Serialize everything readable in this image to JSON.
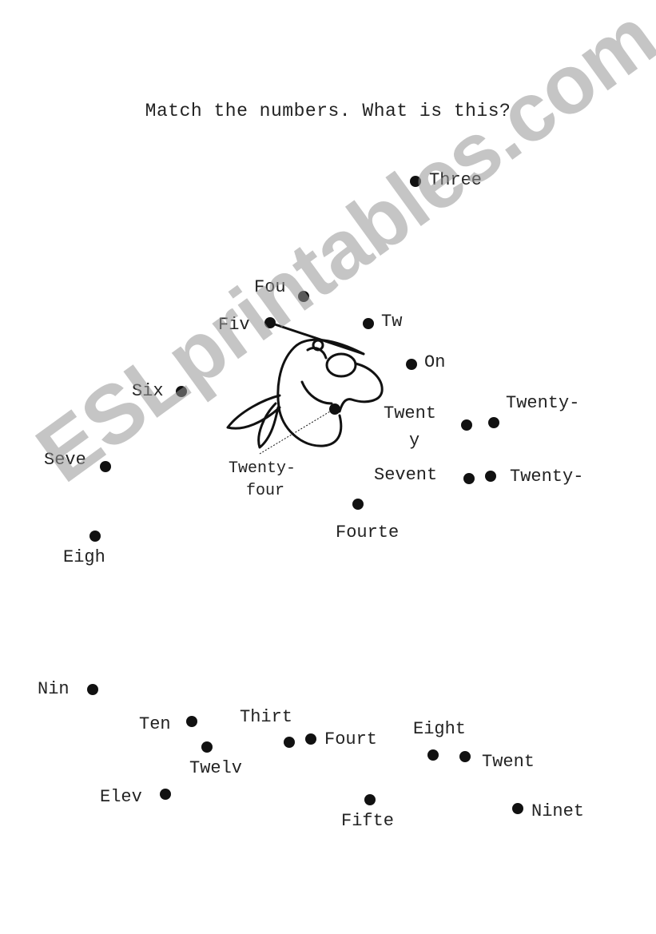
{
  "worksheet": {
    "title": "Match the numbers. What is this?",
    "watermark": "ESLprintables.com"
  },
  "labels": {
    "three": "Three",
    "four": "Fou",
    "five": "Fiv",
    "two": "Tw",
    "one": "On",
    "six": "Six",
    "twenty_a": "Twenty-",
    "twenty_b": "Twent",
    "twenty_b2": "y",
    "seven": "Seve",
    "twentyfour_a": "Twenty-",
    "twentyfour_b": "four",
    "seventeen": "Sevent",
    "twenty_c": "Twenty-",
    "fourteen": "Fourte",
    "eight": "Eigh",
    "nine": "Nin",
    "ten": "Ten",
    "thirteen": "Thirt",
    "fourteen_b": "Fourt",
    "eighteen": "Eight",
    "twenty_d": "Twent",
    "twelve": "Twelv",
    "eleven": "Elev",
    "fifteen": "Fifte",
    "nineteen": "Ninet"
  }
}
